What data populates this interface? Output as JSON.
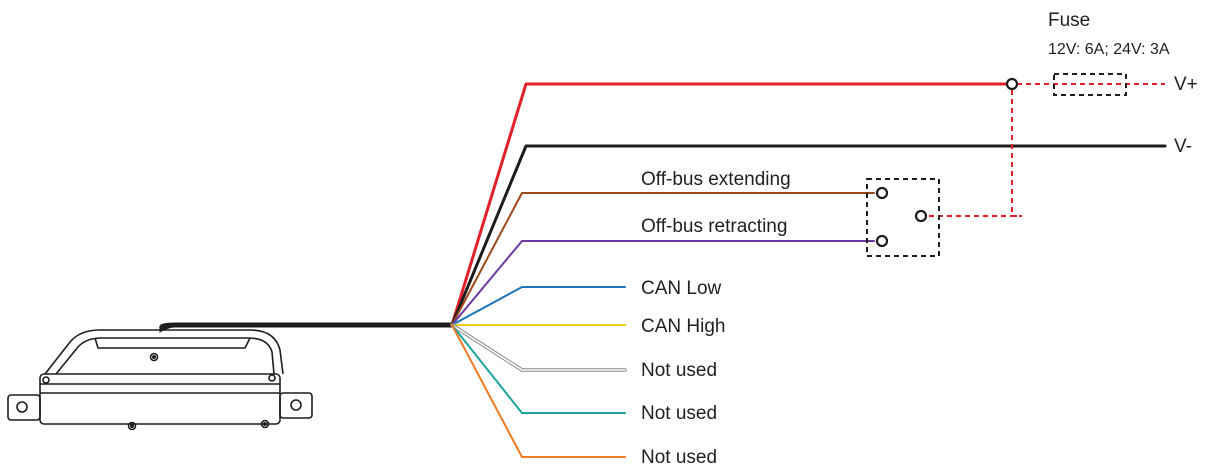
{
  "labels": {
    "fuse_title": "Fuse",
    "fuse_rating": "12V: 6A; 24V: 3A",
    "vplus": "V+",
    "vminus": "V-",
    "off_bus_extending": "Off-bus extending",
    "off_bus_retracting": "Off-bus retracting",
    "can_low": "CAN Low",
    "can_high": "CAN High",
    "not_used_1": "Not used",
    "not_used_2": "Not used",
    "not_used_3": "Not used"
  },
  "colors": {
    "red_wire": "#e3202a",
    "black_wire": "#1d1d1b",
    "brown_wire": "#9c4a1a",
    "purple_wire": "#6b3aa0",
    "blue_wire": "#1f75b8",
    "yellow_wire": "#f6c915",
    "white_wire": "#8a8a8a",
    "green_wire": "#1aa39a",
    "orange_wire": "#ee7b23",
    "dashed_red": "#e3202a",
    "dashed_box": "#1d1d1b"
  }
}
